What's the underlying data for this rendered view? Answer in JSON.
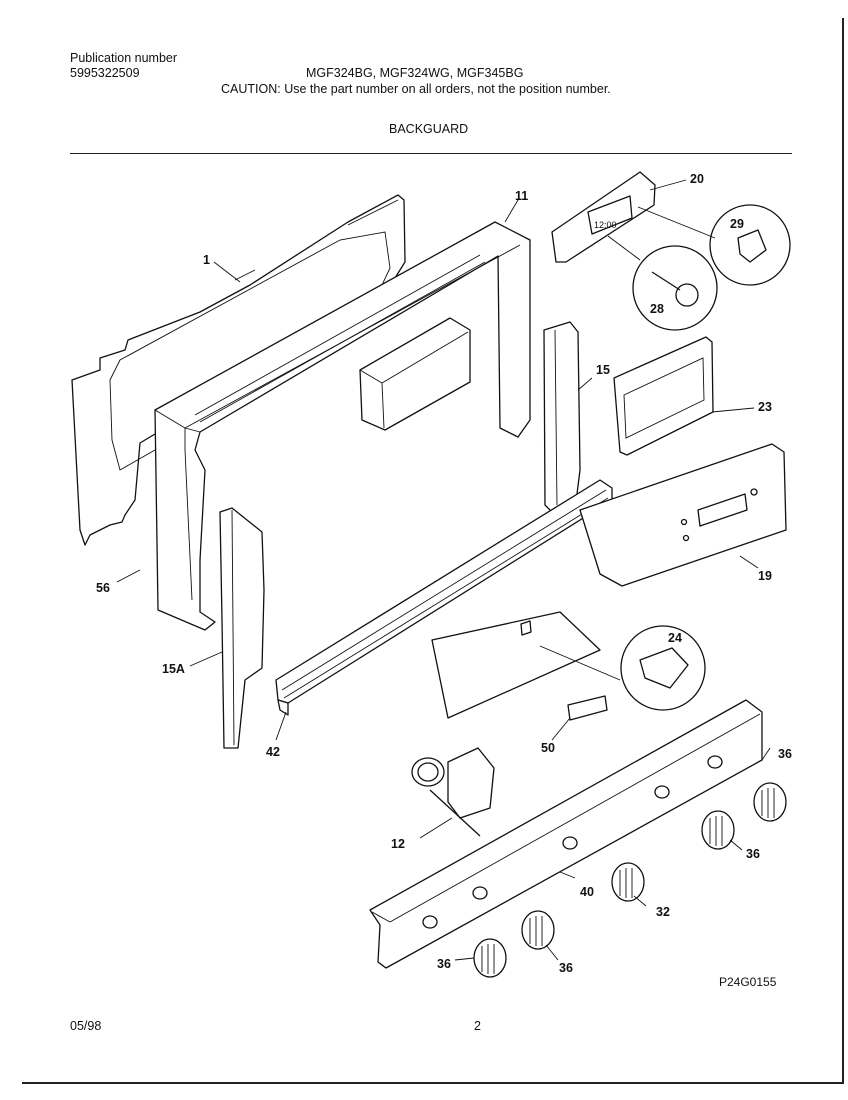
{
  "header": {
    "publication_label": "Publication number",
    "publication_number": "5995322509",
    "models": "MGF324BG,  MGF324WG,  MGF345BG",
    "caution": "CAUTION:  Use the part number on all orders, not the position number.",
    "section_title": "BACKGUARD"
  },
  "callouts": {
    "c1": "1",
    "c11": "11",
    "c20": "20",
    "c29": "29",
    "c28": "28",
    "c15": "15",
    "c23": "23",
    "c19": "19",
    "c56": "56",
    "c15a": "15A",
    "c42": "42",
    "c24": "24",
    "c50": "50",
    "c36a": "36",
    "c36b": "36",
    "c12": "12",
    "c40": "40",
    "c32": "32",
    "c36c": "36",
    "c36d": "36"
  },
  "display_readout": "12:00",
  "footer": {
    "drawing_code": "P24G0155",
    "date": "05/98",
    "page_number": "2"
  }
}
